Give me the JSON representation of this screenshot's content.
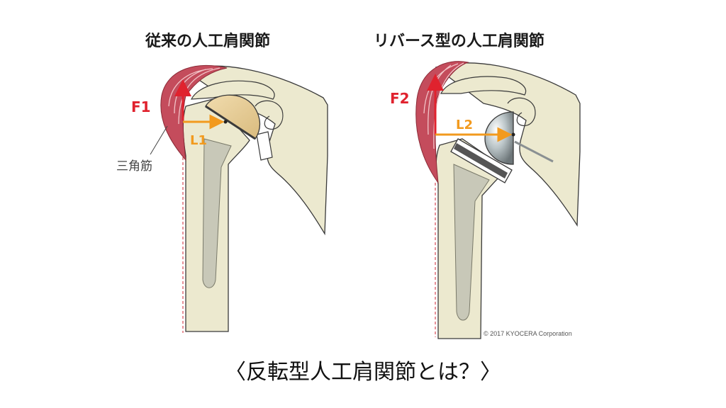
{
  "diagram": {
    "left_title": "従来の人工肩関節",
    "right_title": "リバース型の人工肩関節",
    "left_force_label": "F1",
    "left_lever_label": "L1",
    "right_force_label": "F2",
    "right_lever_label": "L2",
    "muscle_label": "三角筋",
    "copyright": "© 2017 KYOCERA Corporation",
    "caption": "〈反転型人工肩関節とは？〉"
  },
  "colors": {
    "bone": "#ece9cf",
    "bone_outline": "#3a3a3a",
    "muscle": "#c44c5c",
    "force_arrow": "#e0222e",
    "lever_arrow": "#f29a1e",
    "implant_head": "#e8cf9a",
    "implant_stem": "#c8c8b8",
    "reverse_ball": "#b9c3c6"
  }
}
